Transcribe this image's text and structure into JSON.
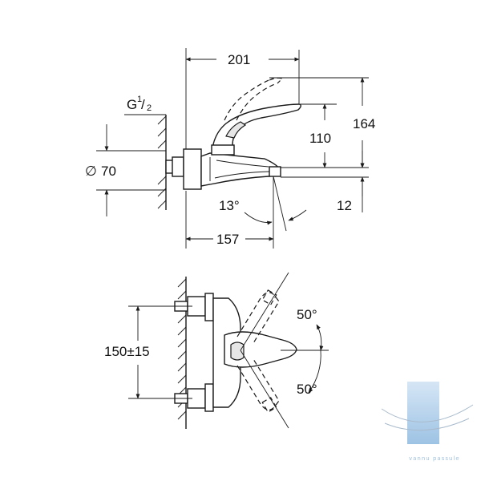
{
  "top_view": {
    "dims": {
      "width_top": "201",
      "height_total": "164",
      "height_spout": "110",
      "spout_offset": "12",
      "angle_spout": "13°",
      "width_bottom": "157",
      "diameter_label": "70",
      "diameter_symbol": "∅",
      "thread_label": "G",
      "thread_num": "1",
      "thread_den": "2"
    }
  },
  "bottom_view": {
    "dims": {
      "centres": "150±15",
      "angle_up": "50°",
      "angle_down": "50°"
    }
  },
  "watermark": {
    "text": "vannu passule",
    "accent_color": "#9cc3e6"
  }
}
